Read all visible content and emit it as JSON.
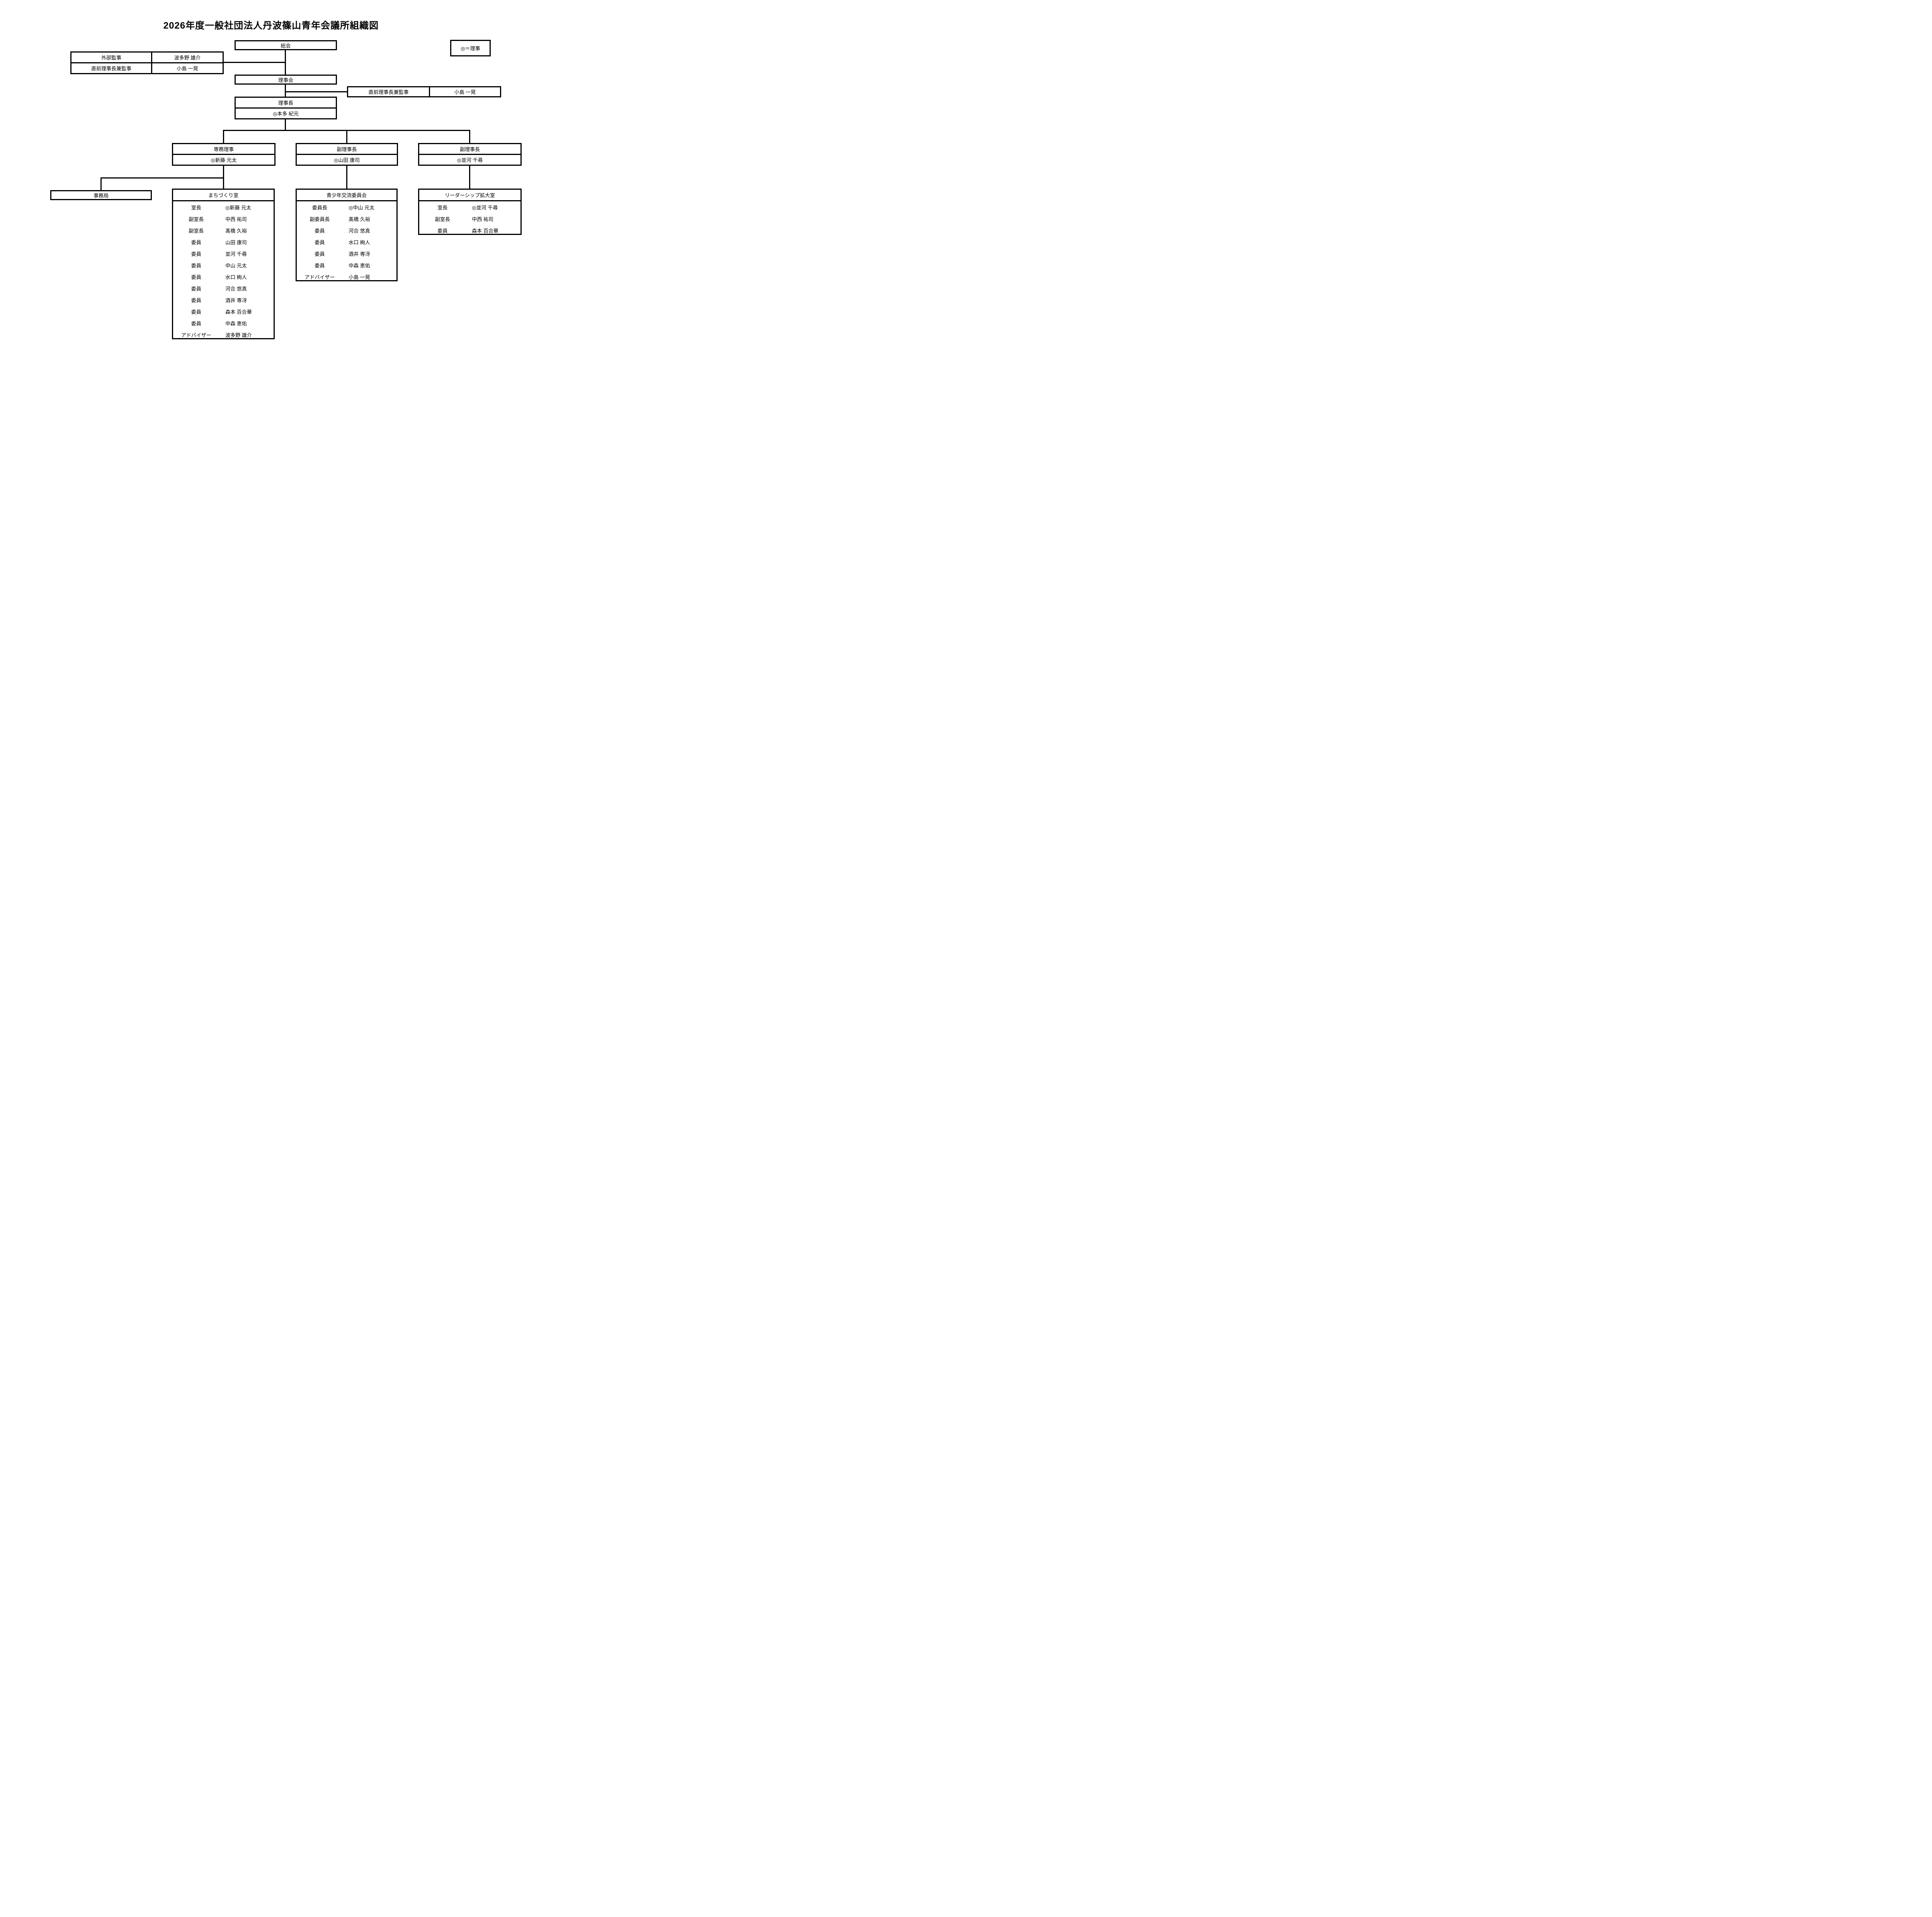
{
  "title": "2026年度一般社団法人丹波篠山青年会議所組織図",
  "legend": {
    "text": "◎＝理事"
  },
  "org": {
    "soukai": "総会",
    "rijikai": "理事会",
    "rijicho": {
      "title": "理事長",
      "name": "◎本多 紀元"
    },
    "audit_table": {
      "rows": [
        {
          "role": "外部監事",
          "name": "波多野 雄介"
        },
        {
          "role": "直前理事長兼監事",
          "name": "小島 一晃"
        }
      ]
    },
    "chokuzen": {
      "role": "直前理事長兼監事",
      "name": "小島 一晃"
    },
    "executives": [
      {
        "title": "専務理事",
        "name": "◎新藤 元太"
      },
      {
        "title": "副理事長",
        "name": "◎山田 康司"
      },
      {
        "title": "副理事長",
        "name": "◎並河 千尋"
      }
    ],
    "jimukyoku": "事務局",
    "departments": [
      {
        "title": "まちづくり室",
        "members": [
          {
            "role": "室長",
            "name": "◎新藤 元太"
          },
          {
            "role": "副室長",
            "name": "中西 祐司"
          },
          {
            "role": "副室長",
            "name": "髙橋 久裕"
          },
          {
            "role": "委員",
            "name": "山田 康司"
          },
          {
            "role": "委員",
            "name": "並河 千尋"
          },
          {
            "role": "委員",
            "name": "中山 元太"
          },
          {
            "role": "委員",
            "name": "水口 絢人"
          },
          {
            "role": "委員",
            "name": "河合 悠真"
          },
          {
            "role": "委員",
            "name": "酒井 専冴"
          },
          {
            "role": "委員",
            "name": "森本 百合華"
          },
          {
            "role": "委員",
            "name": "中森 恵佑"
          },
          {
            "role": "アドバイザー",
            "name": "波多野 雄介"
          }
        ]
      },
      {
        "title": "青少年交流委員会",
        "members": [
          {
            "role": "委員長",
            "name": "◎中山 元太"
          },
          {
            "role": "副委員長",
            "name": "髙橋 久裕"
          },
          {
            "role": "委員",
            "name": "河合 悠真"
          },
          {
            "role": "委員",
            "name": "水口 絢人"
          },
          {
            "role": "委員",
            "name": "酒井 専冴"
          },
          {
            "role": "委員",
            "name": "中森 恵佑"
          },
          {
            "role": "アドバイザー",
            "name": "小島 一晃"
          }
        ]
      },
      {
        "title": "リーダーシップ拡大室",
        "members": [
          {
            "role": "室長",
            "name": "◎並河 千尋"
          },
          {
            "role": "副室長",
            "name": "中西 祐司"
          },
          {
            "role": "委員",
            "name": "森本 百合華"
          }
        ]
      }
    ]
  }
}
